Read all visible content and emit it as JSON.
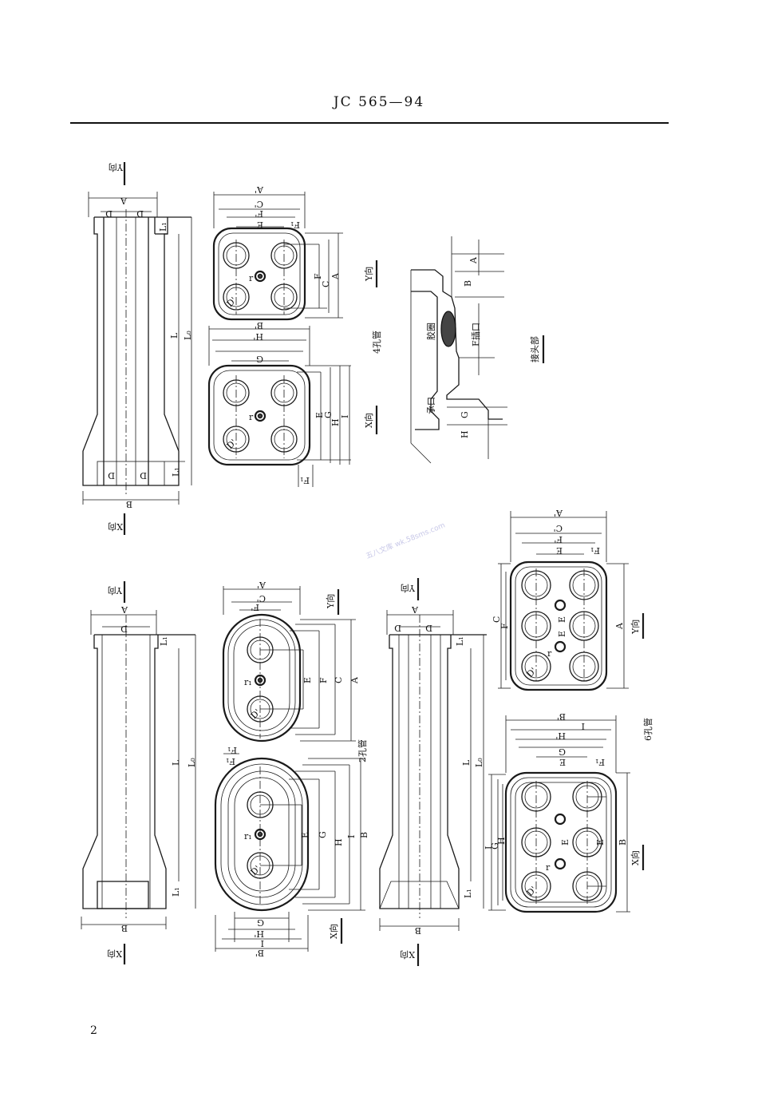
{
  "header": {
    "standard": "JC 565—94"
  },
  "page_number": "2",
  "watermark": "五八文库 wk.58sms.com",
  "labels": {
    "y_dir": "Y向",
    "x_dir": "X向",
    "hole4": "4孔管",
    "hole2": "2孔管",
    "hole6": "6孔管",
    "joint": "接头部",
    "gasket": "胶圈",
    "spigot": "插口",
    "socket": "承口"
  },
  "dims": {
    "A": "A",
    "B": "B",
    "C": "C",
    "D": "D",
    "E": "E",
    "F": "F",
    "G": "G",
    "H": "H",
    "I": "I",
    "L": "L",
    "La": "L₀",
    "L1": "L₁",
    "Ap": "A'",
    "Bp": "B'",
    "Cp": "C'",
    "Dp": "D'",
    "Fp": "F'",
    "Hp": "H'",
    "F1": "F₁",
    "r": "r",
    "r1": "r₁"
  }
}
